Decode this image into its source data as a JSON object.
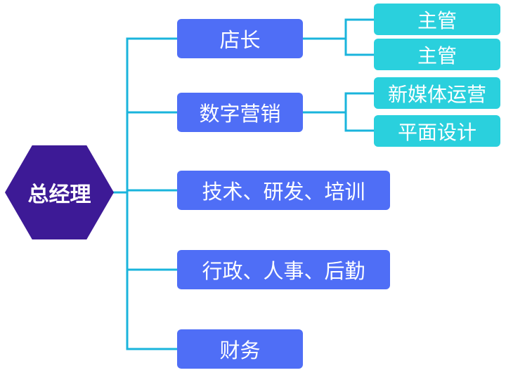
{
  "colors": {
    "root": "#3d1a96",
    "level1": "#4f6ef6",
    "level2": "#2ad0dd",
    "connector": "#1ab4dc"
  },
  "root": {
    "label": "总经理"
  },
  "departments": [
    {
      "label": "店长",
      "children": [
        {
          "label": "主管"
        },
        {
          "label": "主管"
        }
      ]
    },
    {
      "label": "数字营销",
      "children": [
        {
          "label": "新媒体运营"
        },
        {
          "label": "平面设计"
        }
      ]
    },
    {
      "label": "技术、研发、培训",
      "children": []
    },
    {
      "label": "行政、人事、后勤",
      "children": []
    },
    {
      "label": "财务",
      "children": []
    }
  ]
}
